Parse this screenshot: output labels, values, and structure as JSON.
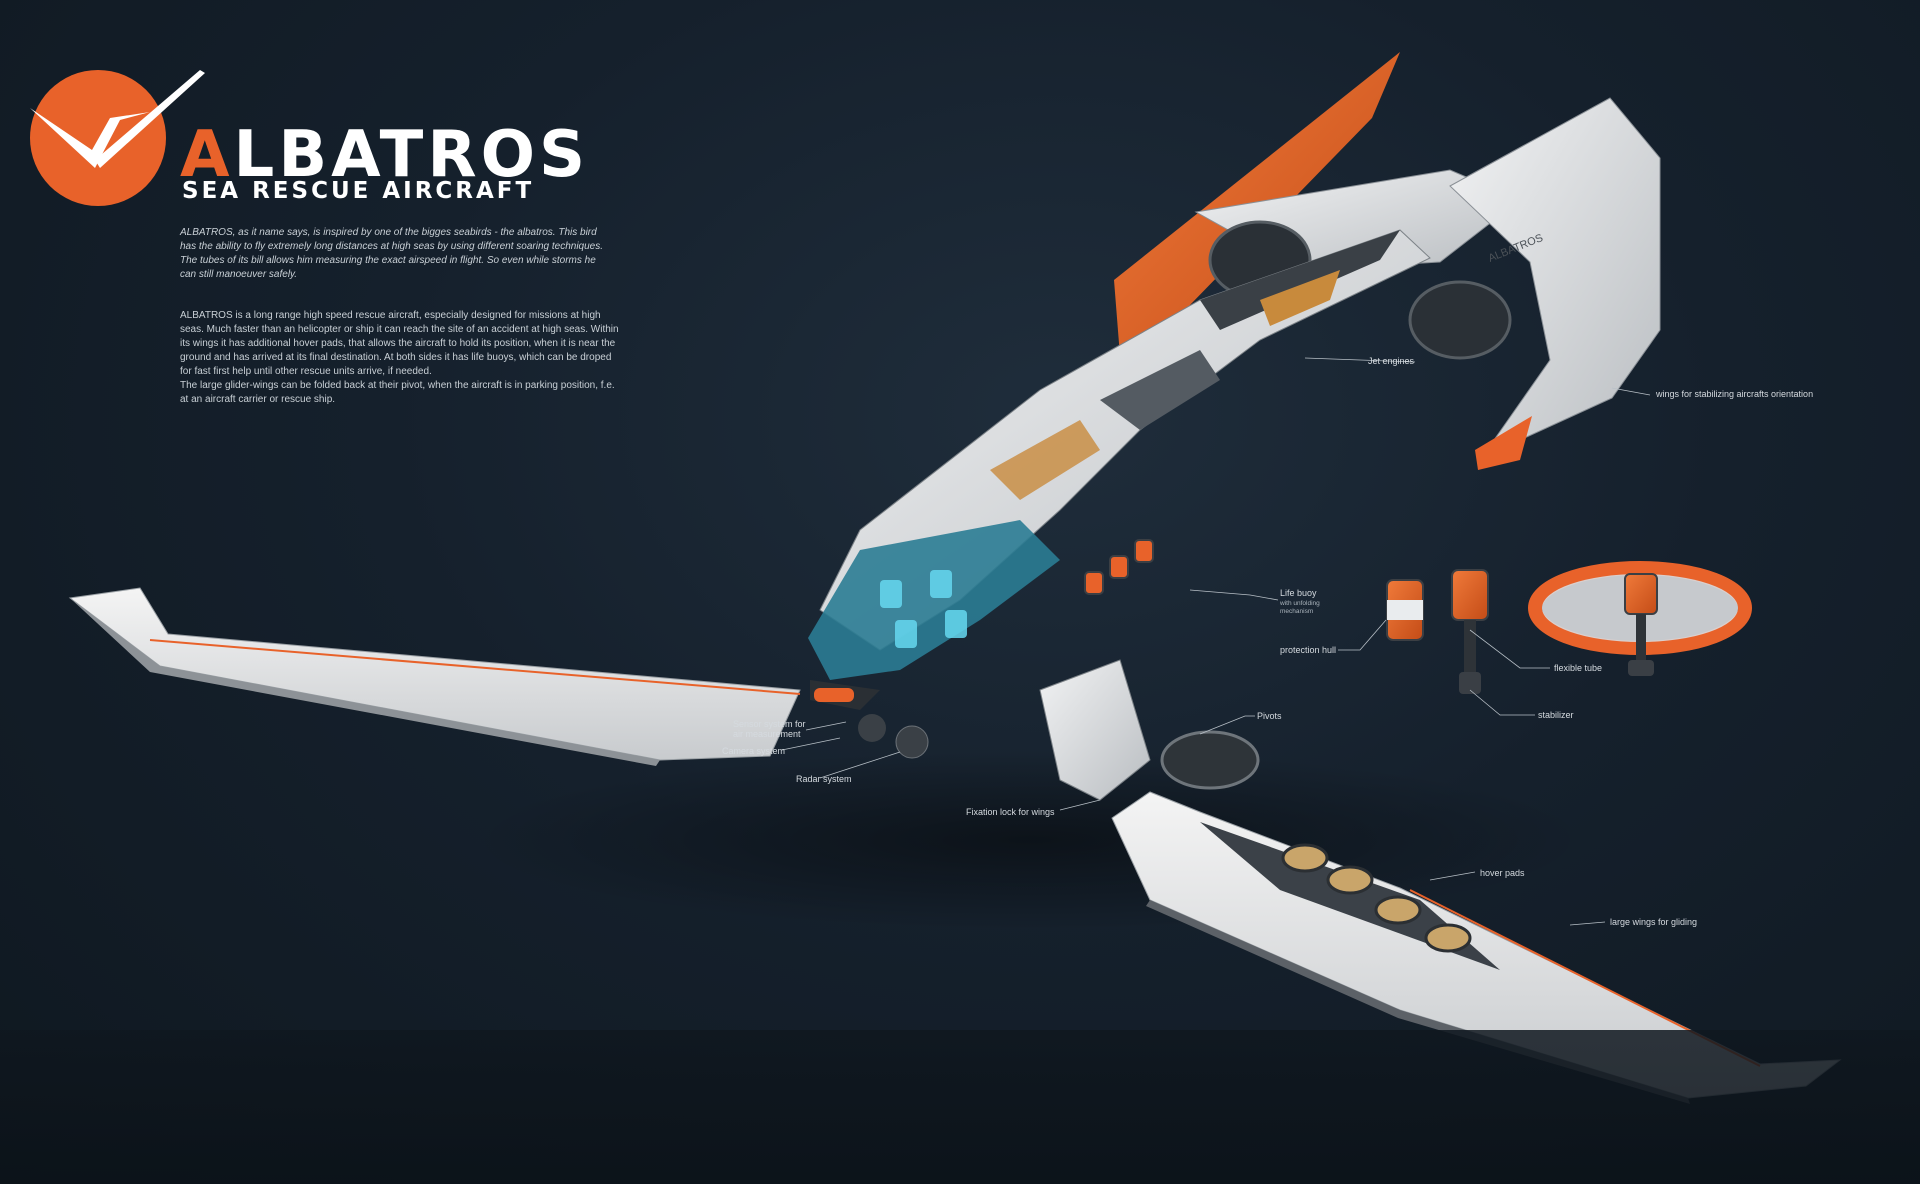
{
  "title": "ALBATROS",
  "title_first_letter": "A",
  "title_rest": "LBATROS",
  "subtitle": "SEA RESCUE AIRCRAFT",
  "intro": "ALBATROS, as it name says, is inspired by one of the bigges seabirds - the albatros. This bird has the ability to fly extremely long distances at high seas by using different soaring techniques. The tubes of its bill allows him measuring the exact airspeed in flight. So even while storms he can still manoeuver safely.",
  "description": [
    "ALBATROS is a long range high speed rescue aircraft, especially designed for missions at high seas. Much faster than an helicopter or ship it can reach the site of an accident at high seas. Within its wings it has additional hover pads, that allows the aircraft to hold its position, when it is near the ground and has arrived at its final destination. At both sides it has life buoys, which can be droped for fast first help until other rescue units arrive, if needed.",
    "The large glider-wings can be folded back at their pivot, when the aircraft is in parking position, f.e. at an aircraft carrier or rescue ship."
  ],
  "hull_marking": "ALBATROS",
  "labels": {
    "jet_engines": "Jet engines",
    "stabilizing_wings": "wings for stabilizing aircrafts orientation",
    "life_buoy": "Life buoy",
    "life_buoy_sub": "with unfolding mechanism",
    "protection_hull": "protection hull",
    "flexible_tube": "flexible tube",
    "stabilizer": "stabilizer",
    "pivots": "Pivots",
    "sensor_system": "Sensor system for air measurement",
    "camera_system": "Camera system",
    "radar_system": "Radar system",
    "fixation_lock": "Fixation lock for wings",
    "hover_pads": "hover pads",
    "large_wings": "large wings for gliding"
  },
  "colors": {
    "accent": "#e8622a",
    "hull": "#e4e6e8",
    "background": "#15202c",
    "cockpit": "#3fb8d6"
  }
}
